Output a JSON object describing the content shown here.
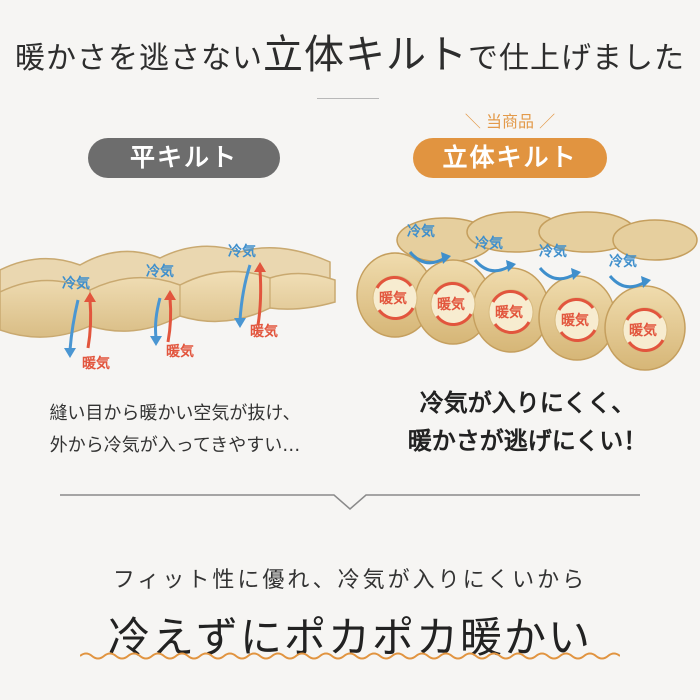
{
  "title": {
    "part1": "暖かさを逃さない",
    "part2": "立体キルト",
    "part3": "で仕上げました"
  },
  "badge": {
    "current_product": "当商品"
  },
  "left": {
    "pill": "平キルト",
    "labels": {
      "cold": "冷気",
      "warm": "暖気"
    },
    "caption": [
      "縫い目から暖かい空気が抜け、",
      "外から冷気が入ってきやすい…"
    ]
  },
  "right": {
    "pill": "立体キルト",
    "labels": {
      "cold": "冷気",
      "warm": "暖気"
    },
    "caption": [
      "冷気が入りにくく、",
      "暖かさが逃げにくい！"
    ]
  },
  "bottom": {
    "subtitle": "フィット性に優れ、冷気が入りにくいから",
    "headline": "冷えずにポカポカ暖かい"
  },
  "colors": {
    "accent_orange": "#e19440",
    "pill_gray": "#6d6d6d",
    "cold_blue": "#3f8fcc",
    "warm_red": "#e2553d",
    "fabric_beige": "#e8d2a4"
  }
}
